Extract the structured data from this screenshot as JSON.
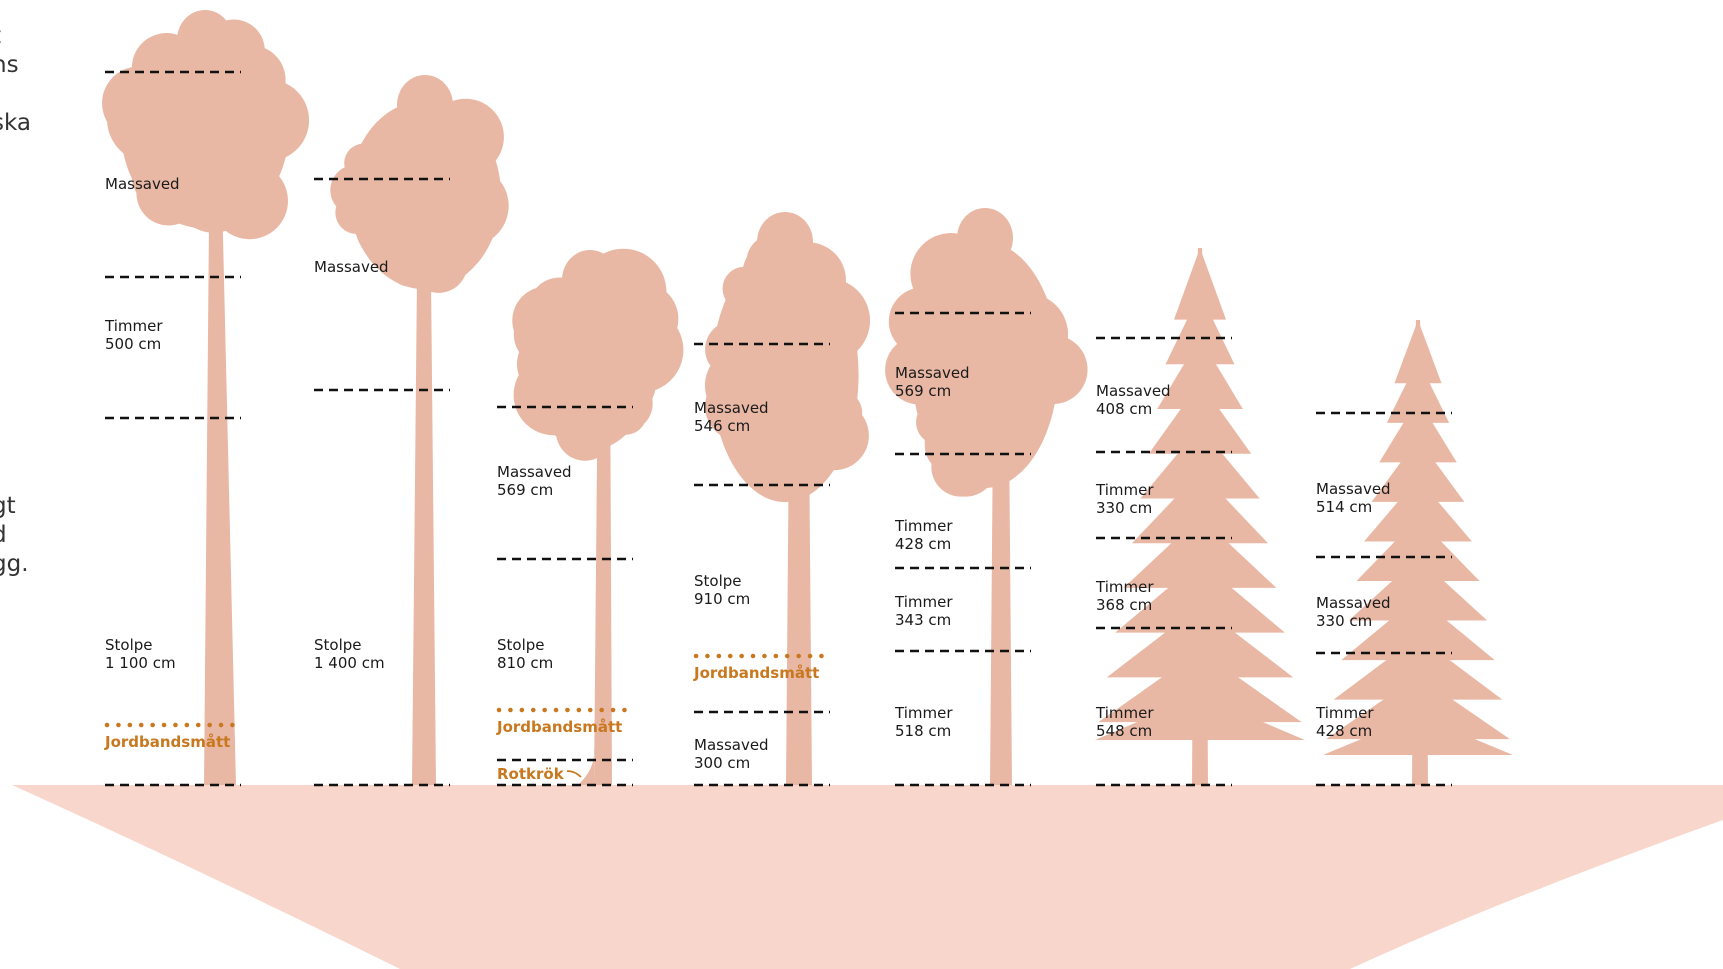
{
  "colors": {
    "tree": "#e9b8a5",
    "ground": "#f9d6cc",
    "cut_line": "#111111",
    "accent": "#c8781e"
  },
  "side_text": {
    "top": "t\nns\n\nska",
    "bottom": "gt\nd\ngg."
  },
  "trees": [
    {
      "kind": "pine",
      "segments": [
        {
          "name": "Stolpe",
          "length": "1 100 cm"
        },
        {
          "name": "Timmer",
          "length": "500 cm"
        },
        {
          "name": "Massaved",
          "length": ""
        }
      ],
      "markers": [
        {
          "text": "Jordbandsmått"
        }
      ]
    },
    {
      "kind": "pine",
      "segments": [
        {
          "name": "Stolpe",
          "length": "1 400 cm"
        },
        {
          "name": "Massaved",
          "length": ""
        }
      ],
      "markers": []
    },
    {
      "kind": "pine",
      "segments": [
        {
          "name": "Stolpe",
          "length": "810 cm"
        },
        {
          "name": "Massaved",
          "length": "569 cm"
        }
      ],
      "markers": [
        {
          "text": "Jordbandsmått"
        },
        {
          "text": "Rotkrök"
        }
      ]
    },
    {
      "kind": "pine",
      "segments": [
        {
          "name": "Massaved",
          "length": "300 cm"
        },
        {
          "name": "Stolpe",
          "length": "910 cm"
        },
        {
          "name": "Massaved",
          "length": "546 cm"
        }
      ],
      "markers": [
        {
          "text": "Jordbandsmått"
        }
      ]
    },
    {
      "kind": "pine",
      "segments": [
        {
          "name": "Timmer",
          "length": "518 cm"
        },
        {
          "name": "Timmer",
          "length": "343 cm"
        },
        {
          "name": "Timmer",
          "length": "428 cm"
        },
        {
          "name": "Massaved",
          "length": "569 cm"
        }
      ],
      "markers": []
    },
    {
      "kind": "spruce",
      "segments": [
        {
          "name": "Timmer",
          "length": "548 cm"
        },
        {
          "name": "Timmer",
          "length": "368 cm"
        },
        {
          "name": "Timmer",
          "length": "330 cm"
        },
        {
          "name": "Massaved",
          "length": "408 cm"
        }
      ],
      "markers": []
    },
    {
      "kind": "spruce",
      "segments": [
        {
          "name": "Timmer",
          "length": "428 cm"
        },
        {
          "name": "Massaved",
          "length": "330 cm"
        },
        {
          "name": "Massaved",
          "length": "514 cm"
        }
      ],
      "markers": []
    }
  ]
}
